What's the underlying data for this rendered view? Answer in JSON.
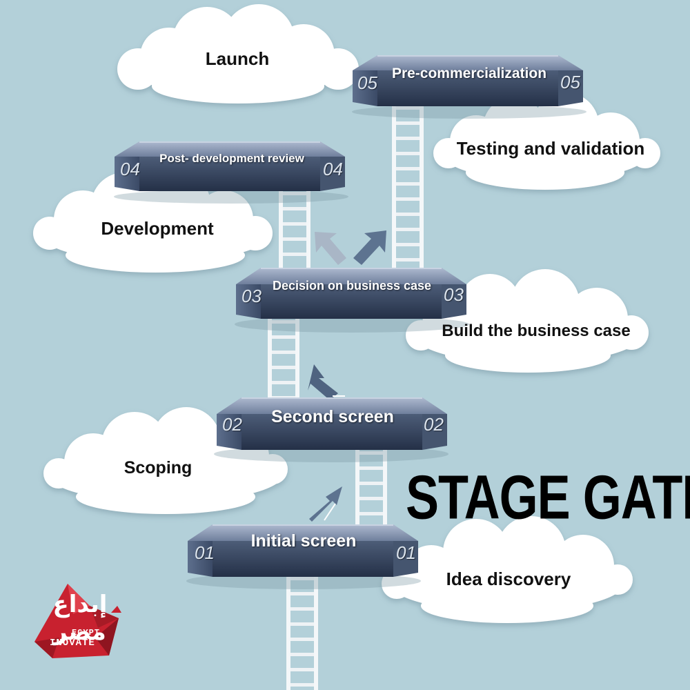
{
  "title": "STAGE GATE",
  "colors": {
    "background": "#b3d0d9",
    "platform_top": "#8a9bb4",
    "platform_front": "#2f3c54",
    "cloud": "#ffffff",
    "arrow": "#5d7390",
    "logo_red": "#c8212f"
  },
  "stages": [
    {
      "number": "01",
      "gate": "Initial screen",
      "activity": "Idea discovery"
    },
    {
      "number": "02",
      "gate": "Second screen",
      "activity": "Scoping"
    },
    {
      "number": "03",
      "gate": "Decision on business case",
      "activity": "Build the business case"
    },
    {
      "number": "04",
      "gate": "Post- development review",
      "activity": "Development"
    },
    {
      "number": "05",
      "gate": "Pre-commercialization",
      "activity": "Testing and validation"
    }
  ],
  "final": {
    "activity": "Launch"
  },
  "logo": {
    "arabic": "إبداع مصر",
    "line1": "EGYPT",
    "line2": "INOVATE"
  }
}
